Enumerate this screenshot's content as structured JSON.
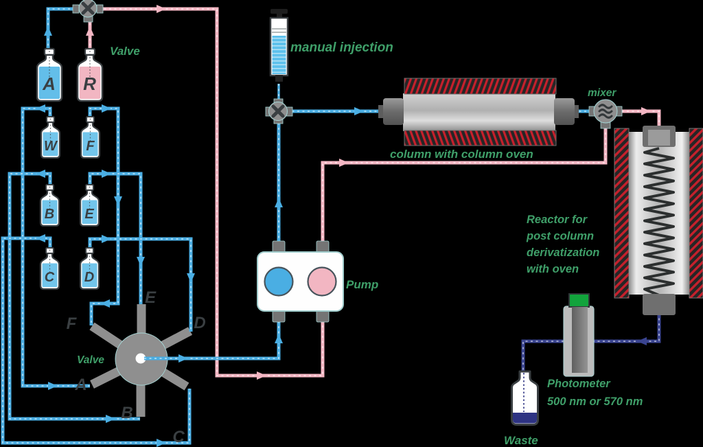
{
  "colors": {
    "bg": "#000000",
    "blue": "#4aaee3",
    "pink": "#f4b6c3",
    "navy": "#3a4490",
    "green": "#3f9f69",
    "gray": "#8f8f8f",
    "dark": "#3a3f42",
    "red": "#c6202c",
    "hatch_bg": "#262626",
    "liquid_blue": "#63bee9",
    "liquid_blue_small": "#72c5eb",
    "liquid_pink": "#f2b6c2",
    "waste_liquid": "#2e3383",
    "photometer_cap": "#12a33c"
  },
  "labels": {
    "valve_top": "Valve",
    "manual_injection": "manual injection",
    "column": "column with column oven",
    "mixer": "mixer",
    "reactor_line1": "Reactor for",
    "reactor_line2": "post column",
    "reactor_line3": "derivatization",
    "reactor_line4": "with oven",
    "pump": "Pump",
    "valve_rotary": "Valve",
    "photometer_line1": "Photometer",
    "photometer_line2": "500 nm or 570 nm",
    "waste": "Waste"
  },
  "bottles": {
    "a": "A",
    "r": "R",
    "w": "W",
    "f": "F",
    "b": "B",
    "e": "E",
    "c": "C",
    "d": "D"
  },
  "valve_ports": {
    "a": "A",
    "b": "B",
    "c": "C",
    "d": "D",
    "e": "E",
    "f": "F"
  }
}
